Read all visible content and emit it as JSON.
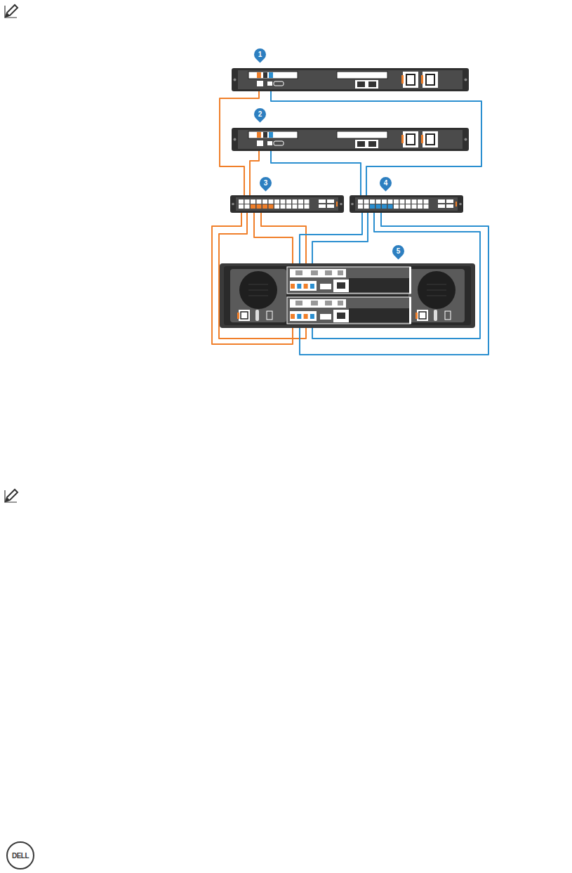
{
  "diagram": {
    "nodes": [
      {
        "text": [
          "1"
        ]
      },
      {
        "text": [
          "2"
        ]
      },
      {
        "text": [
          "3"
        ]
      },
      {
        "text": [
          "4"
        ]
      },
      {
        "text": [
          "5"
        ]
      }
    ],
    "edges": [
      {
        "from": 0,
        "to": 2,
        "arrow": "none"
      },
      {
        "from": 0,
        "to": 3,
        "arrow": "none"
      },
      {
        "from": 1,
        "to": 2,
        "arrow": "none"
      },
      {
        "from": 1,
        "to": 3,
        "arrow": "none"
      },
      {
        "from": 2,
        "to": 4,
        "arrow": "none"
      },
      {
        "from": 2,
        "to": 4,
        "arrow": "none"
      },
      {
        "from": 2,
        "to": 4,
        "arrow": "none"
      },
      {
        "from": 2,
        "to": 4,
        "arrow": "none"
      },
      {
        "from": 3,
        "to": 4,
        "arrow": "none"
      },
      {
        "from": 3,
        "to": 4,
        "arrow": "none"
      },
      {
        "from": 3,
        "to": 4,
        "arrow": "none"
      },
      {
        "from": 3,
        "to": 4,
        "arrow": "none"
      }
    ],
    "labels": [
      "DELL"
    ]
  }
}
